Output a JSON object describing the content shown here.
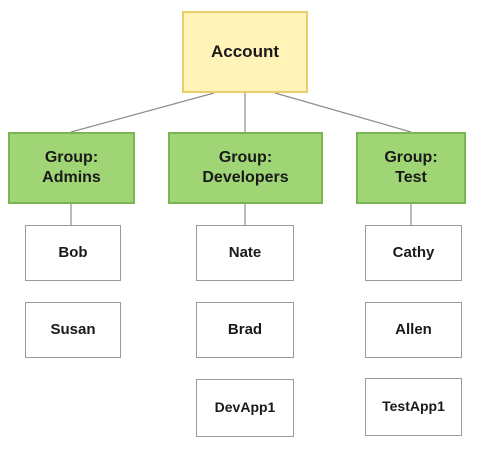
{
  "account": {
    "label": "Account"
  },
  "groups": [
    {
      "id": "admins",
      "lines": [
        "Group:",
        "Admins"
      ],
      "members": [
        "Bob",
        "Susan"
      ]
    },
    {
      "id": "developers",
      "lines": [
        "Group:",
        "Developers"
      ],
      "members": [
        "Nate",
        "Brad",
        "DevApp1"
      ]
    },
    {
      "id": "test",
      "lines": [
        "Group:",
        "Test"
      ],
      "members": [
        "Cathy",
        "Allen",
        "TestApp1"
      ]
    }
  ],
  "colors": {
    "account_fill": "#fff3b8",
    "account_border": "#e9cf6a",
    "group_fill": "#9fd574",
    "group_border": "#79b752",
    "member_border": "#9a9a9a",
    "connector": "#8c8c8c"
  }
}
